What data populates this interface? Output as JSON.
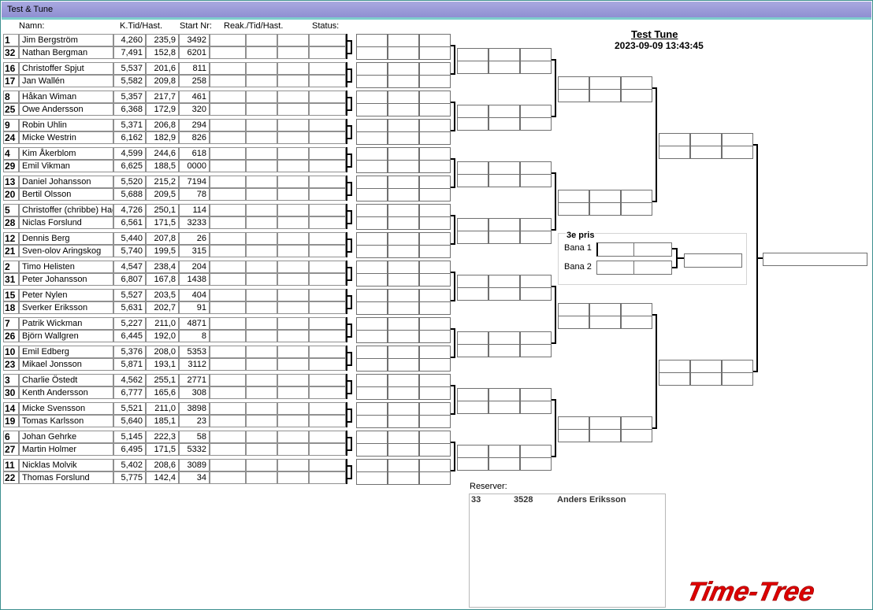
{
  "window": {
    "title": "Test & Tune"
  },
  "headers": {
    "name": "Namn:",
    "ktid": "K.Tid/Hast.",
    "startnr": "Start Nr:",
    "reak": "Reak./Tid/Hast.",
    "status": "Status:"
  },
  "event": {
    "title": "Test  Tune",
    "datetime": "2023-09-09 13:43:45"
  },
  "pairs": [
    [
      {
        "seed": "1",
        "name": "Jim Bergström",
        "ktid": "4,260",
        "hast": "235,9",
        "startnr": "3492"
      },
      {
        "seed": "32",
        "name": "Nathan Bergman",
        "ktid": "7,491",
        "hast": "152,8",
        "startnr": "6201"
      }
    ],
    [
      {
        "seed": "16",
        "name": "Christoffer Spjut",
        "ktid": "5,537",
        "hast": "201,6",
        "startnr": "811"
      },
      {
        "seed": "17",
        "name": "Jan Wallén",
        "ktid": "5,582",
        "hast": "209,8",
        "startnr": "258"
      }
    ],
    [
      {
        "seed": "8",
        "name": "Håkan Wiman",
        "ktid": "5,357",
        "hast": "217,7",
        "startnr": "461"
      },
      {
        "seed": "25",
        "name": "Owe Andersson",
        "ktid": "6,368",
        "hast": "172,9",
        "startnr": "320"
      }
    ],
    [
      {
        "seed": "9",
        "name": "Robin  Uhlin",
        "ktid": "5,371",
        "hast": "206,8",
        "startnr": "294"
      },
      {
        "seed": "24",
        "name": "Micke Westrin",
        "ktid": "6,162",
        "hast": "182,9",
        "startnr": "826"
      }
    ],
    [
      {
        "seed": "4",
        "name": "Kim  Åkerblom",
        "ktid": "4,599",
        "hast": "244,6",
        "startnr": "618"
      },
      {
        "seed": "29",
        "name": "Emil  Vikman",
        "ktid": "6,625",
        "hast": "188,5",
        "startnr": "0000"
      }
    ],
    [
      {
        "seed": "13",
        "name": "Daniel Johansson",
        "ktid": "5,520",
        "hast": "215,2",
        "startnr": "7194"
      },
      {
        "seed": "20",
        "name": "Bertil Olsson",
        "ktid": "5,688",
        "hast": "209,5",
        "startnr": "78"
      }
    ],
    [
      {
        "seed": "5",
        "name": "Christoffer (chribbe) Hag",
        "ktid": "4,726",
        "hast": "250,1",
        "startnr": "114"
      },
      {
        "seed": "28",
        "name": "Niclas Forslund",
        "ktid": "6,561",
        "hast": "171,5",
        "startnr": "3233"
      }
    ],
    [
      {
        "seed": "12",
        "name": "Dennis Berg",
        "ktid": "5,440",
        "hast": "207,8",
        "startnr": "26"
      },
      {
        "seed": "21",
        "name": "Sven-olov Aringskog",
        "ktid": "5,740",
        "hast": "199,5",
        "startnr": "315"
      }
    ],
    [
      {
        "seed": "2",
        "name": "Timo Helisten",
        "ktid": "4,547",
        "hast": "238,4",
        "startnr": "204"
      },
      {
        "seed": "31",
        "name": "Peter Johansson",
        "ktid": "6,807",
        "hast": "167,8",
        "startnr": "1438"
      }
    ],
    [
      {
        "seed": "15",
        "name": "Peter Nylen",
        "ktid": "5,527",
        "hast": "203,5",
        "startnr": "404"
      },
      {
        "seed": "18",
        "name": "Sverker Eriksson",
        "ktid": "5,631",
        "hast": "202,7",
        "startnr": "91"
      }
    ],
    [
      {
        "seed": "7",
        "name": "Patrik Wickman",
        "ktid": "5,227",
        "hast": "211,0",
        "startnr": "4871"
      },
      {
        "seed": "26",
        "name": "Björn Wallgren",
        "ktid": "6,445",
        "hast": "192,0",
        "startnr": "8"
      }
    ],
    [
      {
        "seed": "10",
        "name": "Emil Edberg",
        "ktid": "5,376",
        "hast": "208,0",
        "startnr": "5353"
      },
      {
        "seed": "23",
        "name": "Mikael Jonsson",
        "ktid": "5,871",
        "hast": "193,1",
        "startnr": "3112"
      }
    ],
    [
      {
        "seed": "3",
        "name": "Charlie Östedt",
        "ktid": "4,562",
        "hast": "255,1",
        "startnr": "2771"
      },
      {
        "seed": "30",
        "name": "Kenth Andersson",
        "ktid": "6,777",
        "hast": "165,6",
        "startnr": "308"
      }
    ],
    [
      {
        "seed": "14",
        "name": "Micke Svensson",
        "ktid": "5,521",
        "hast": "211,0",
        "startnr": "3898"
      },
      {
        "seed": "19",
        "name": "Tomas  Karlsson",
        "ktid": "5,640",
        "hast": "185,1",
        "startnr": "23"
      }
    ],
    [
      {
        "seed": "6",
        "name": "Johan Gehrke",
        "ktid": "5,145",
        "hast": "222,3",
        "startnr": "58"
      },
      {
        "seed": "27",
        "name": "Martin Holmer",
        "ktid": "6,495",
        "hast": "171,5",
        "startnr": "5332"
      }
    ],
    [
      {
        "seed": "11",
        "name": "Nicklas Molvik",
        "ktid": "5,402",
        "hast": "208,6",
        "startnr": "3089"
      },
      {
        "seed": "22",
        "name": "Thomas Forslund",
        "ktid": "5,775",
        "hast": "142,4",
        "startnr": "34"
      }
    ]
  ],
  "third_place": {
    "title": "3e pris",
    "lane1": "Bana 1",
    "lane2": "Bana 2"
  },
  "reserves": {
    "label": "Reserver:",
    "rows": [
      {
        "nr": "33",
        "startnr": "3528",
        "name": "Anders Eriksson"
      }
    ]
  },
  "logo": {
    "text": "Time-Tree",
    "color": "#dd0000"
  }
}
